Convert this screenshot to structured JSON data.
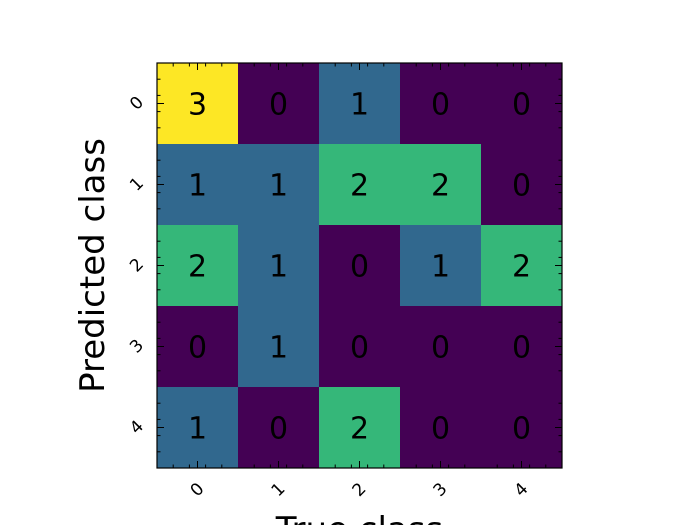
{
  "chart_data": {
    "type": "heatmap",
    "title": "",
    "xlabel": "True class",
    "ylabel": "Predicted class",
    "x_categories": [
      "0",
      "1",
      "2",
      "3",
      "4"
    ],
    "y_categories": [
      "0",
      "1",
      "2",
      "3",
      "4"
    ],
    "values": [
      [
        3,
        0,
        1,
        0,
        0
      ],
      [
        1,
        1,
        2,
        2,
        0
      ],
      [
        2,
        1,
        0,
        1,
        2
      ],
      [
        0,
        1,
        0,
        0,
        0
      ],
      [
        1,
        0,
        2,
        0,
        0
      ]
    ],
    "color_scale": {
      "name": "viridis",
      "min": 0,
      "max": 3,
      "colors": [
        "#440154",
        "#31688e",
        "#35b779",
        "#fde725"
      ]
    }
  }
}
